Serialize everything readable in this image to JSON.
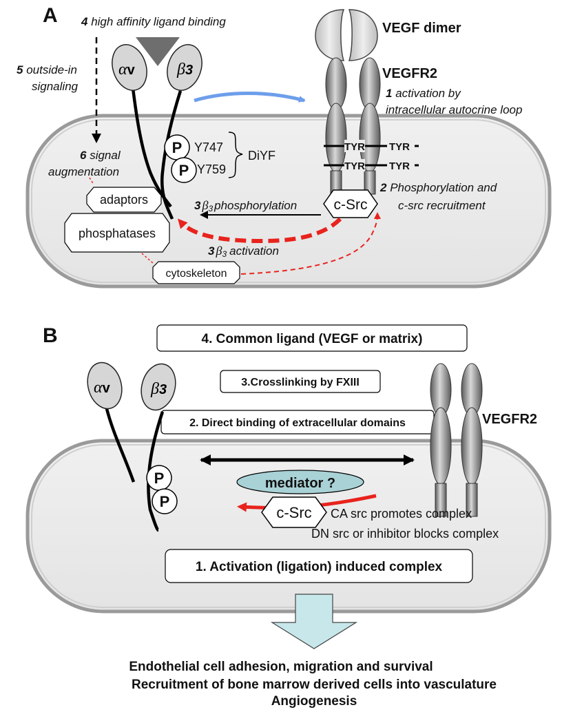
{
  "panel_a": {
    "label": "A",
    "vegf_dimer": "VEGF dimer",
    "vegfr2": "VEGFR2",
    "alpha_sym": "α",
    "alpha_sub": "v",
    "beta_sym": "β",
    "beta_sub": "3",
    "step4_num": "4",
    "step4_text": "high affinity ligand binding",
    "step5_num": "5",
    "step5_line1": "outside-in",
    "step5_line2": "signaling",
    "step1_num": "1",
    "step1_line1": "activation by",
    "step1_line2": "intracellular autocrine loop",
    "step6_num": "6",
    "step6_line1": "signal",
    "step6_line2": "augmentation",
    "p_label": "P",
    "y747": "Y747",
    "y759": "Y759",
    "diyf": "DiYF",
    "tyr": "TYR",
    "step2_num": "2",
    "step2_line1": "Phosphorylation and",
    "step2_line2": "c-src recruitment",
    "step3_num": "3",
    "beta3_phos_text": "phosphorylation",
    "beta3_act_text": "activation",
    "csrc": "c-Src",
    "adaptors": "adaptors",
    "phosphatases": "phosphatases",
    "cytoskeleton": "cytoskeleton"
  },
  "panel_b": {
    "label": "B",
    "common_ligand": "4. Common ligand (VEGF or matrix)",
    "crosslinking": "3.Crosslinking by FXIII",
    "direct_binding": "2. Direct binding of extracellular domains",
    "vegfr2": "VEGFR2",
    "alpha_sym": "α",
    "alpha_sub": "v",
    "beta_sym": "β",
    "beta_sub": "3",
    "p_label": "P",
    "mediator": "mediator ?",
    "csrc": "c-Src",
    "ca_src": "CA src promotes complex",
    "dn_src": "DN src or inhibitor blocks complex",
    "activation_complex": "1. Activation (ligation) induced complex"
  },
  "outcomes": {
    "line1": "Endothelial cell adhesion, migration and survival",
    "line2": "Recruitment of bone marrow derived cells into vasculature",
    "line3": "Angiogenesis"
  }
}
